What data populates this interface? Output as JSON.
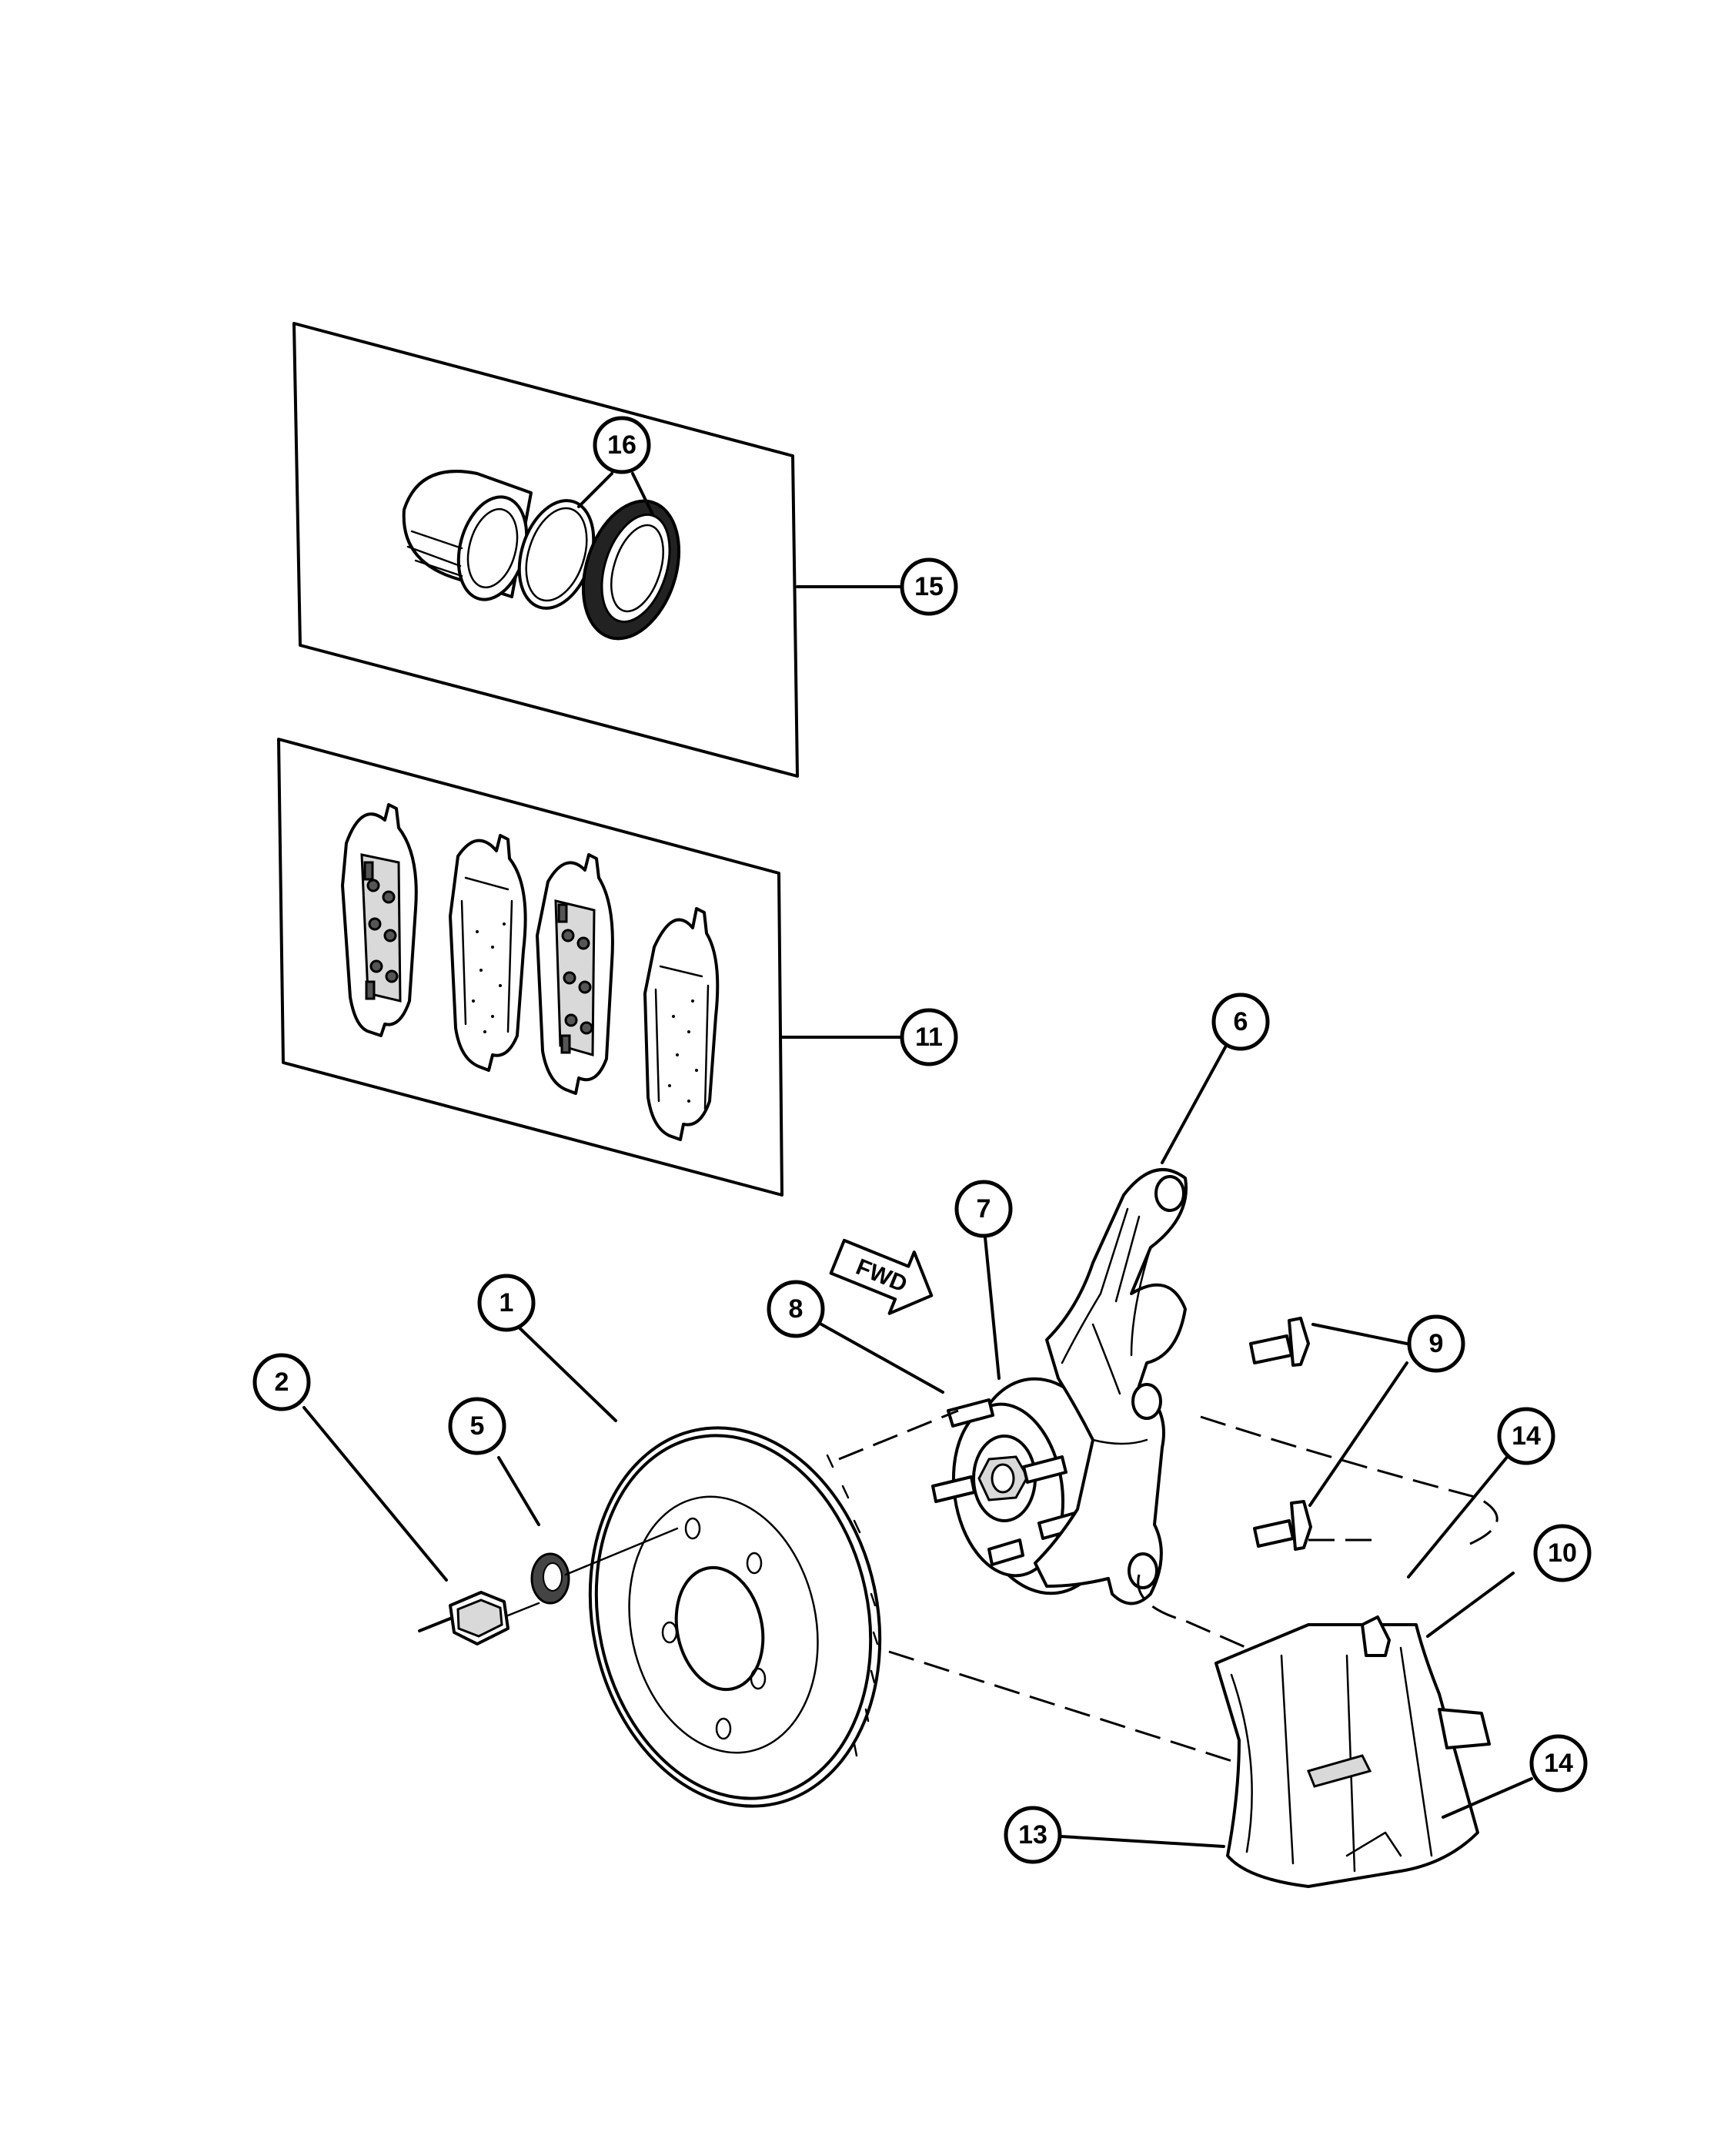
{
  "callouts": [
    {
      "id": "c1",
      "label": "1"
    },
    {
      "id": "c2",
      "label": "2"
    },
    {
      "id": "c5",
      "label": "5"
    },
    {
      "id": "c6",
      "label": "6"
    },
    {
      "id": "c7",
      "label": "7"
    },
    {
      "id": "c8",
      "label": "8"
    },
    {
      "id": "c9",
      "label": "9"
    },
    {
      "id": "c10",
      "label": "10"
    },
    {
      "id": "c11",
      "label": "11"
    },
    {
      "id": "c13",
      "label": "13"
    },
    {
      "id": "c14a",
      "label": "14"
    },
    {
      "id": "c14b",
      "label": "14"
    },
    {
      "id": "c15",
      "label": "15"
    },
    {
      "id": "c16",
      "label": "16"
    }
  ],
  "fwd_label": "FWD"
}
